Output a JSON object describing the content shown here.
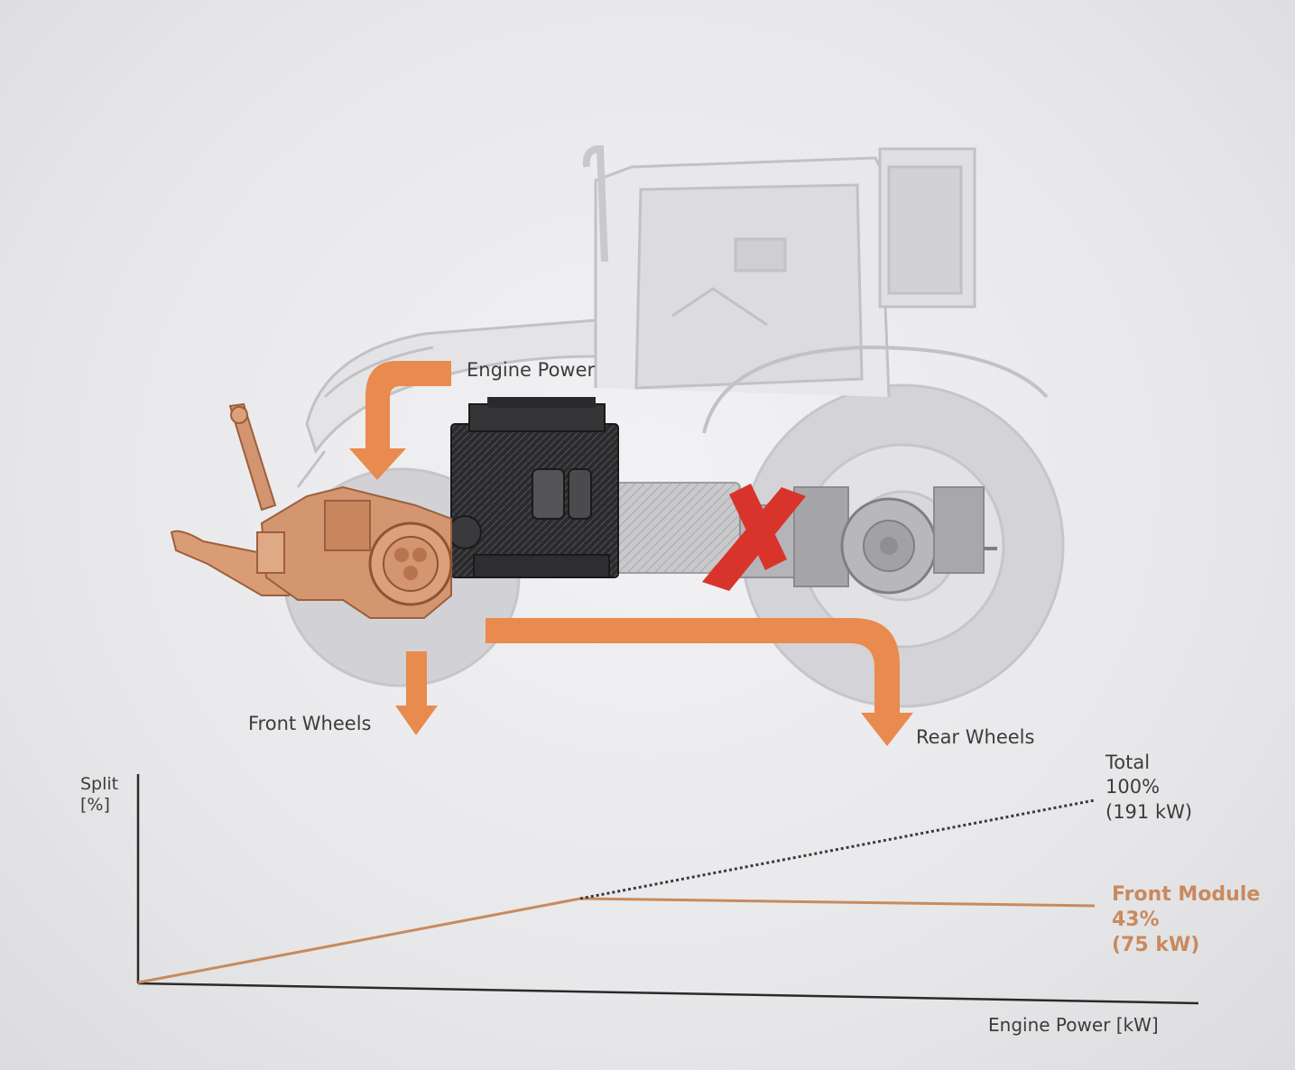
{
  "labels": {
    "engine_power": "Engine Power",
    "front_wheels": "Front Wheels",
    "rear_wheels": "Rear Wheels"
  },
  "graph": {
    "y_label_line1": "Split",
    "y_label_line2": "[%]",
    "x_label": "Engine Power [kW]",
    "total": {
      "line1": "Total",
      "line2": "100%",
      "line3": "(191 kW)"
    },
    "front_module": {
      "line1": "Front Module",
      "line2": "43%",
      "line3": "(75 kW)"
    }
  },
  "colors": {
    "flow_arrow": "#e98a4e",
    "front_module": "#c98a5e",
    "blocked_mark": "#d9342b",
    "engine": "#2a2a2a",
    "tractor_ghost": "#bdbdc0"
  },
  "icons": {
    "blocked": "red-x-icon"
  }
}
